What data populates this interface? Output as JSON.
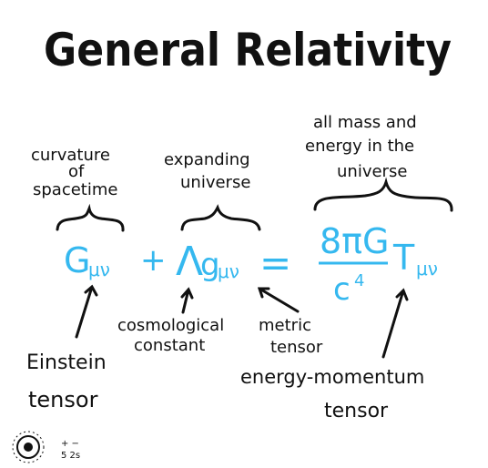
{
  "title": "General Relativity",
  "equation": {
    "einstein": "G",
    "einstein_sub": "μν",
    "plus": "+",
    "lambda": "Λ",
    "metric": "g",
    "metric_sub": "μν",
    "equals": "=",
    "numerator": "8πG",
    "denominator": "c",
    "denominator_exp": "4",
    "tensor": "T",
    "tensor_sub": "μν"
  },
  "annotations": {
    "curvature": [
      "curvature",
      "of",
      "spacetime"
    ],
    "expanding": [
      "expanding",
      "universe"
    ],
    "mass_energy": [
      "all mass and",
      "energy in the",
      "universe"
    ],
    "einstein_tensor": [
      "Einstein",
      "tensor"
    ],
    "cosmological_constant": [
      "cosmological",
      "constant"
    ],
    "metric_tensor": [
      "metric",
      "tensor"
    ],
    "energy_momentum": [
      "energy-momentum",
      "tensor"
    ]
  },
  "colors": {
    "ink": "#111111",
    "equation": "#35b8ef"
  },
  "logo": {
    "text_top": "+ −",
    "text_bottom": "5 2s"
  }
}
